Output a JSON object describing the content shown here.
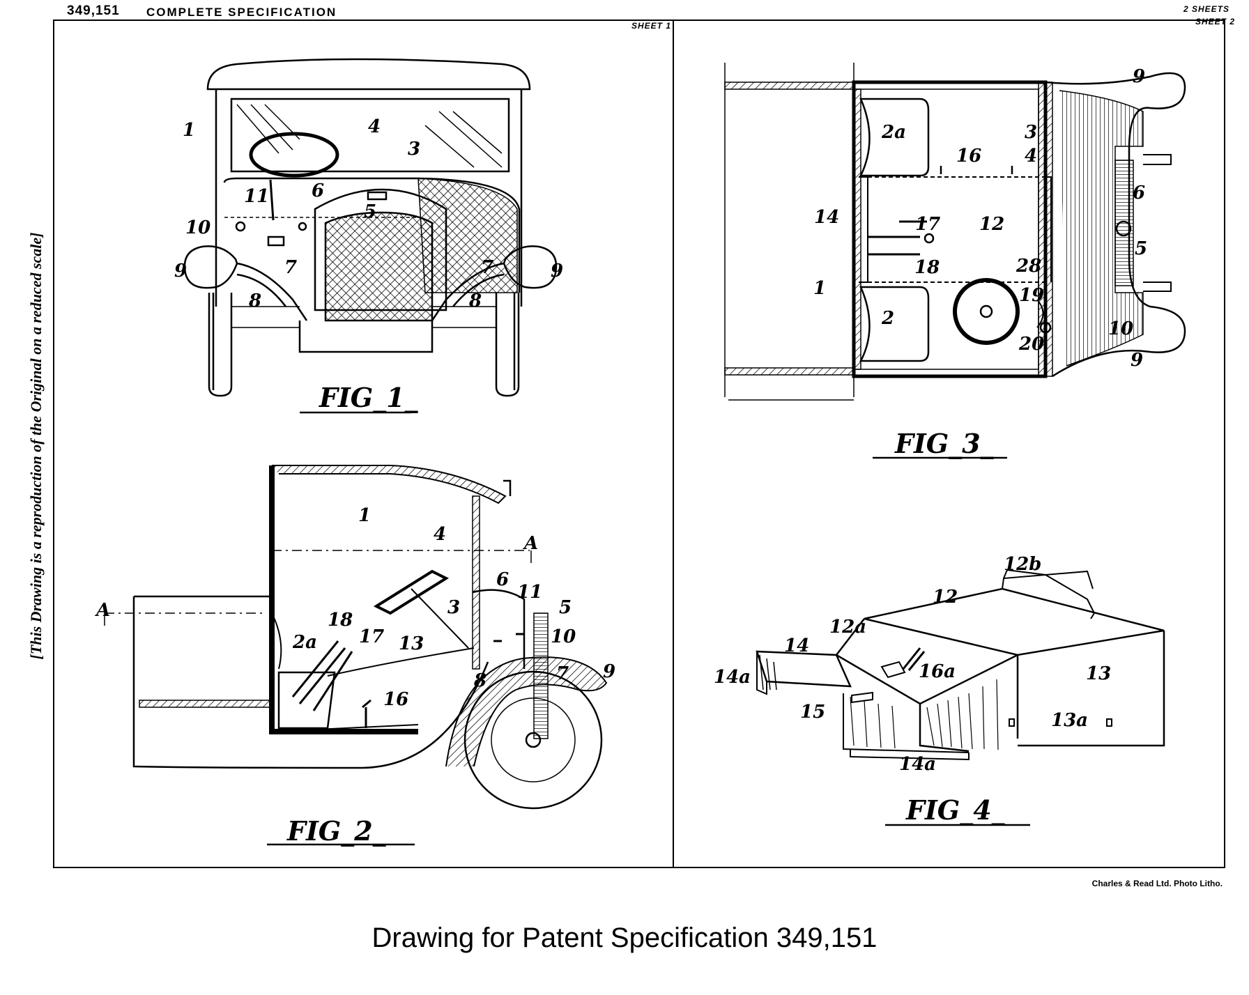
{
  "header": {
    "spec_number": "349,151",
    "spec_title": "COMPLETE SPECIFICATION",
    "sheets_total": "2 SHEETS",
    "sheet_right": "SHEET 2",
    "sheet_left": "SHEET 1"
  },
  "side_note": "[This Drawing is a reproduction of the Original on a reduced scale]",
  "figures": {
    "fig1": {
      "caption": "FIG_1_",
      "labels": {
        "l1": "1",
        "l3": "3",
        "l4": "4",
        "l5": "5",
        "l6": "6",
        "l7a": "7",
        "l7b": "7",
        "l8a": "8",
        "l8b": "8",
        "l9a": "9",
        "l9b": "9",
        "l10": "10",
        "l11": "11"
      }
    },
    "fig2": {
      "caption": "FIG_2_",
      "labels": {
        "l1": "1",
        "l2a": "2a",
        "l3": "3",
        "l4": "4",
        "l5": "5",
        "l6": "6",
        "l7": "7",
        "l8": "8",
        "l9": "9",
        "l10": "10",
        "l11": "11",
        "l13": "13",
        "l16": "16",
        "l17": "17",
        "l18": "18",
        "lA1": "A",
        "lA2": "A"
      }
    },
    "fig3": {
      "caption": "FIG_3_",
      "labels": {
        "l1": "1",
        "l2": "2",
        "l2a": "2a",
        "l3": "3",
        "l4": "4",
        "l5": "5",
        "l6": "6",
        "l9a": "9",
        "l9b": "9",
        "l10": "10",
        "l12": "12",
        "l14": "14",
        "l16": "16",
        "l17": "17",
        "l18": "18",
        "l19": "19",
        "l20": "20",
        "l28": "28"
      }
    },
    "fig4": {
      "caption": "FIG_4_",
      "labels": {
        "l12": "12",
        "l12a": "12a",
        "l12b": "12b",
        "l13": "13",
        "l13a": "13a",
        "l14": "14",
        "l14a1": "14a",
        "l14a2": "14a",
        "l15": "15",
        "l16a": "16a"
      }
    }
  },
  "printer_credit": "Charles & Read Ltd. Photo Litho.",
  "caption": "Drawing for Patent Specification 349,151"
}
